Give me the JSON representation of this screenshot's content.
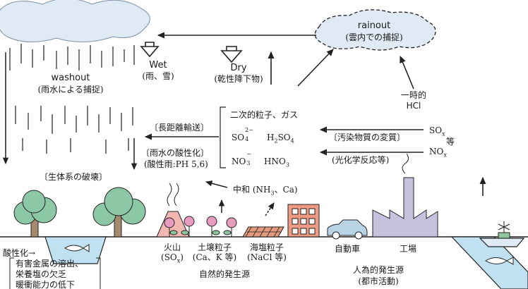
{
  "colors": {
    "cloud": "#dfeaf4",
    "rain": "#333333",
    "tree": "#8cc7a6",
    "trunk": "#a58a6e",
    "building": "#ef9a82",
    "factory": "#c6c1dd",
    "car": "#b9d3e6",
    "flower": "#e79bbf",
    "leaf": "#8ec79f",
    "water": "#bfe1f1",
    "volcano": "#f3b8b2",
    "salt": "#e49a7c"
  },
  "clouds": {
    "rainout": {
      "title": "rainout",
      "subtitle": "(雲内での捕捉)"
    }
  },
  "labels": {
    "washout_title": "washout",
    "washout_sub": "(雨水による捕捉)",
    "wet_title": "Wet",
    "wet_sub": "(雨、雪)",
    "dry_title": "Dry",
    "dry_sub": "(乾性降下物)",
    "temp_1": "一時的",
    "temp_2": "HCl",
    "secondary": "二次的粒子、ガス",
    "long_range": "〔長距離輸送〕",
    "acid_title": "〔雨水の酸性化〕",
    "acid_sub": "(酸性雨:PH 5,6)",
    "so4_left": "SO",
    "so4_sup": "2−",
    "so4_sub": "4",
    "h2so4_a": "H",
    "h2so4_b": "2",
    "h2so4_c": "SO",
    "h2so4_d": "4",
    "no3_left": "NO",
    "no3_sup": "−",
    "no3_sub": "3",
    "hno3_a": "HNO",
    "hno3_b": "3",
    "pollution_change": "〔汚染物質の変質〕",
    "photochem": "(光化学反応等)",
    "sox": "SO",
    "sox_sub": "x",
    "etc": "等",
    "nox": "NO",
    "nox_sub": "x",
    "ecosystem": "〔生体系の破壊〕",
    "neutralize": "中和 (NH",
    "neutralize_sub": "3",
    "neutralize_end": "、Ca)",
    "volcano_1": "火山",
    "volcano_2": "(SO",
    "volcano_2_sub": "x",
    "volcano_2_end": ")",
    "soil_1": "土壌粒子",
    "soil_2": "(Ca、K 等)",
    "salt_1": "海塩粒子",
    "salt_2": "(NaCl 等)",
    "car": "自動車",
    "factory": "工場",
    "natural": "自然的発生源",
    "human_1": "人為的発生源",
    "human_2": "(都市活動)",
    "acidify": "酸性化→",
    "effect_1": "有害金属の溶出、",
    "effect_2": "栄養塩の欠乏",
    "effect_3": "暖衝能力の低下"
  }
}
